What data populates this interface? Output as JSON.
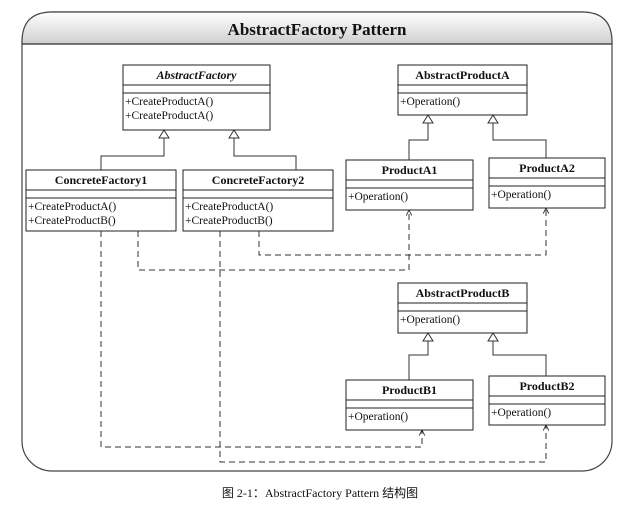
{
  "title": "AbstractFactory Pattern",
  "caption": "图 2-1：AbstractFactory Pattern 结构图",
  "classes": {
    "abstract_factory": {
      "name": "AbstractFactory",
      "methods": [
        "+CreateProductA()",
        "+CreateProductA()"
      ]
    },
    "concrete_factory_1": {
      "name": "ConcreteFactory1",
      "methods": [
        "+CreateProductA()",
        "+CreateProductB()"
      ]
    },
    "concrete_factory_2": {
      "name": "ConcreteFactory2",
      "methods": [
        "+CreateProductA()",
        "+CreateProductB()"
      ]
    },
    "abstract_product_a": {
      "name": "AbstractProductA",
      "methods": [
        "+Operation()"
      ]
    },
    "product_a1": {
      "name": "ProductA1",
      "methods": [
        "+Operation()"
      ]
    },
    "product_a2": {
      "name": "ProductA2",
      "methods": [
        "+Operation()"
      ]
    },
    "abstract_product_b": {
      "name": "AbstractProductB",
      "methods": [
        "+Operation()"
      ]
    },
    "product_b1": {
      "name": "ProductB1",
      "methods": [
        "+Operation()"
      ]
    },
    "product_b2": {
      "name": "ProductB2",
      "methods": [
        "+Operation()"
      ]
    }
  }
}
